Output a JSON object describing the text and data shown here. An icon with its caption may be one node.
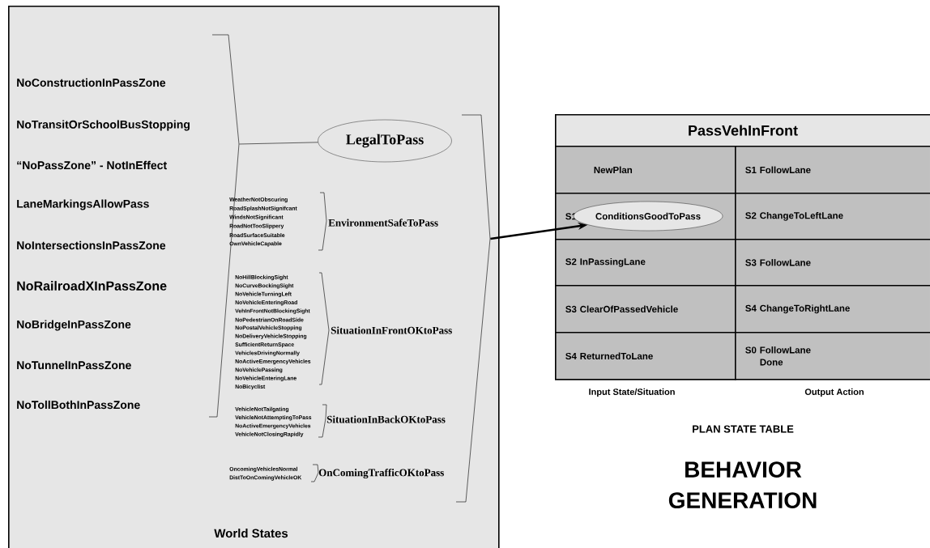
{
  "diagram": {
    "title": "BEHAVIOR GENERATION",
    "nodes": [
      {
        "text": [
          "World States"
        ]
      },
      {
        "text": [
          "LegalToPass"
        ],
        "in": 0
      },
      {
        "text": [
          "PassVehInFront"
        ]
      },
      {
        "text": [
          "NewPlan"
        ],
        "in": 2
      },
      {
        "text": [
          "S1 FollowLane"
        ],
        "in": 2
      },
      {
        "text": [
          "S1"
        ],
        "in": 2
      },
      {
        "text": [
          "ConditionsGoodToPass"
        ],
        "in": 5
      },
      {
        "text": [
          "S2 ChangeToLeftLane"
        ],
        "in": 2
      },
      {
        "text": [
          "S2 InPassingLane"
        ],
        "in": 2
      },
      {
        "text": [
          "S3 FollowLane"
        ],
        "in": 2
      },
      {
        "text": [
          "S3 ClearOfPassedVehicle"
        ],
        "in": 2
      },
      {
        "text": [
          "S4 ChangeToRightLane"
        ],
        "in": 2
      },
      {
        "text": [
          "S4 ReturnedToLane"
        ],
        "in": 2
      },
      {
        "text": [
          "S0 FollowLane",
          "Done"
        ],
        "in": 2
      },
      {
        "text": [],
        "shape": "bracket",
        "in": 0
      },
      {
        "text": [],
        "shape": "bracket",
        "in": 0
      }
    ],
    "edges": [
      {
        "from": 15,
        "to": 6,
        "arrow": "to",
        "style": "thick"
      },
      {
        "from": 14,
        "to": 1,
        "arrow": "none"
      }
    ],
    "labels": [
      "NoConstructionInPassZone",
      "NoTransitOrSchoolBusStopping",
      "“NoPassZone” - NotInEffect",
      "LaneMarkingsAllowPass",
      "NoIntersectionsInPassZone",
      "NoRailroadXInPassZone",
      "NoBridgeInPassZone",
      "NoTunnelInPassZone",
      "NoTollBothInPassZone",
      "WeatherNotObscuring",
      "RoadSplashNotSignifcant",
      "WindsNotSignificant",
      "RoadNotTooSlippery",
      "RoadSurfaceSuitable",
      "OwnVehicleCapable",
      "EnvironmentSafeToPass",
      "NoHillBlockingSight",
      "NoCurveBockingSight",
      "NoVehicleTurningLeft",
      "NoVehicleEnteringRoad",
      "VehInFrontNotBlockingSight",
      "NoPedestrianOnRoadSide",
      "NoPostalVehicleStopping",
      "NoDeliveryVehicleStopping",
      "SufficientReturnSpace",
      "VehiclesDrivingNormally",
      "NoActiveEmergencyVehicles",
      "NoVehiclePassing",
      "NoVehicleEnteringLane",
      "NoBicyclist",
      "SituationInFrontOKtoPass",
      "VehicleNotTailgating",
      "VehicleNotAttemptingToPass",
      "NoActiveEmergencyVehicles",
      "VehicleNotClosingRapidly",
      "SituationInBackOKtoPass",
      "OncomingVehiclesNormal",
      "DistToOnComingVehicleOK",
      "OnComingTrafficOKtoPass",
      "Input State/Situation",
      "Output Action",
      "PLAN STATE TABLE"
    ]
  }
}
